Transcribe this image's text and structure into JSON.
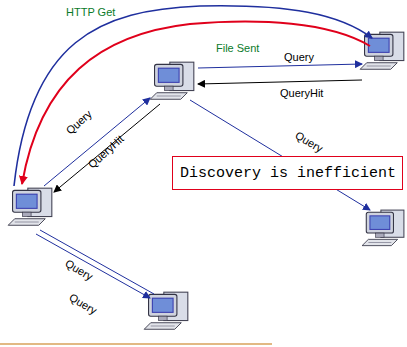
{
  "diagram": {
    "nodes": [
      {
        "text": [
          "Discovery is inefficient"
        ]
      }
    ],
    "labels": [
      "HTTP Get",
      "File Sent",
      "Query",
      "QueryHit",
      "Query",
      "QueryHit",
      "Query",
      "Query",
      "Query"
    ]
  }
}
